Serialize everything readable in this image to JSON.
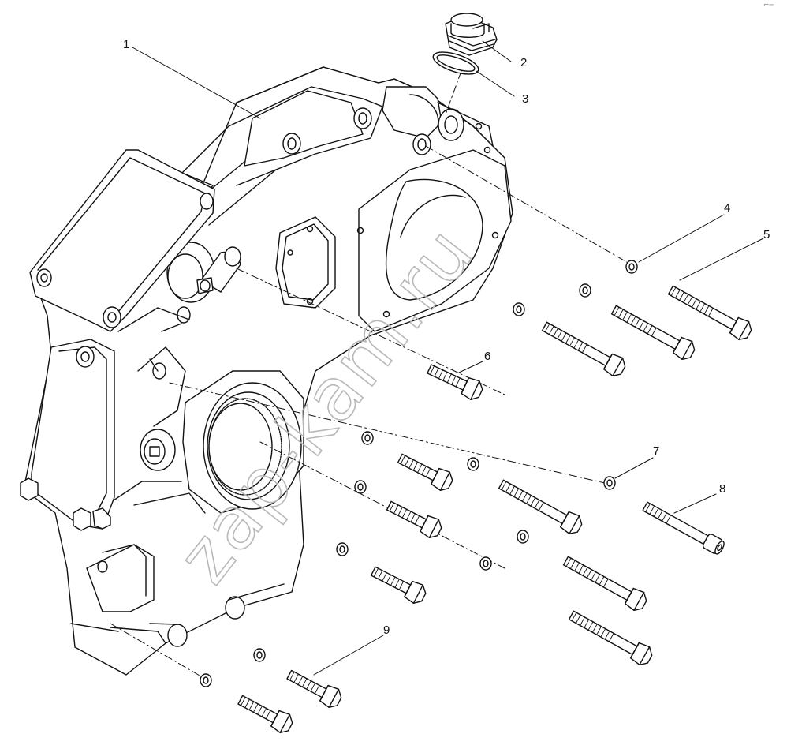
{
  "diagram": {
    "watermark": "zap-kam.ru",
    "corner_mark": "⌐─",
    "callouts": [
      {
        "id": "1",
        "label": "1"
      },
      {
        "id": "2",
        "label": "2"
      },
      {
        "id": "3",
        "label": "3"
      },
      {
        "id": "4",
        "label": "4"
      },
      {
        "id": "5",
        "label": "5"
      },
      {
        "id": "6",
        "label": "6"
      },
      {
        "id": "7",
        "label": "7"
      },
      {
        "id": "8",
        "label": "8"
      },
      {
        "id": "9",
        "label": "9"
      }
    ]
  },
  "colors": {
    "line": "#111111",
    "watermark": "#b8b8b8",
    "background": "#ffffff"
  }
}
